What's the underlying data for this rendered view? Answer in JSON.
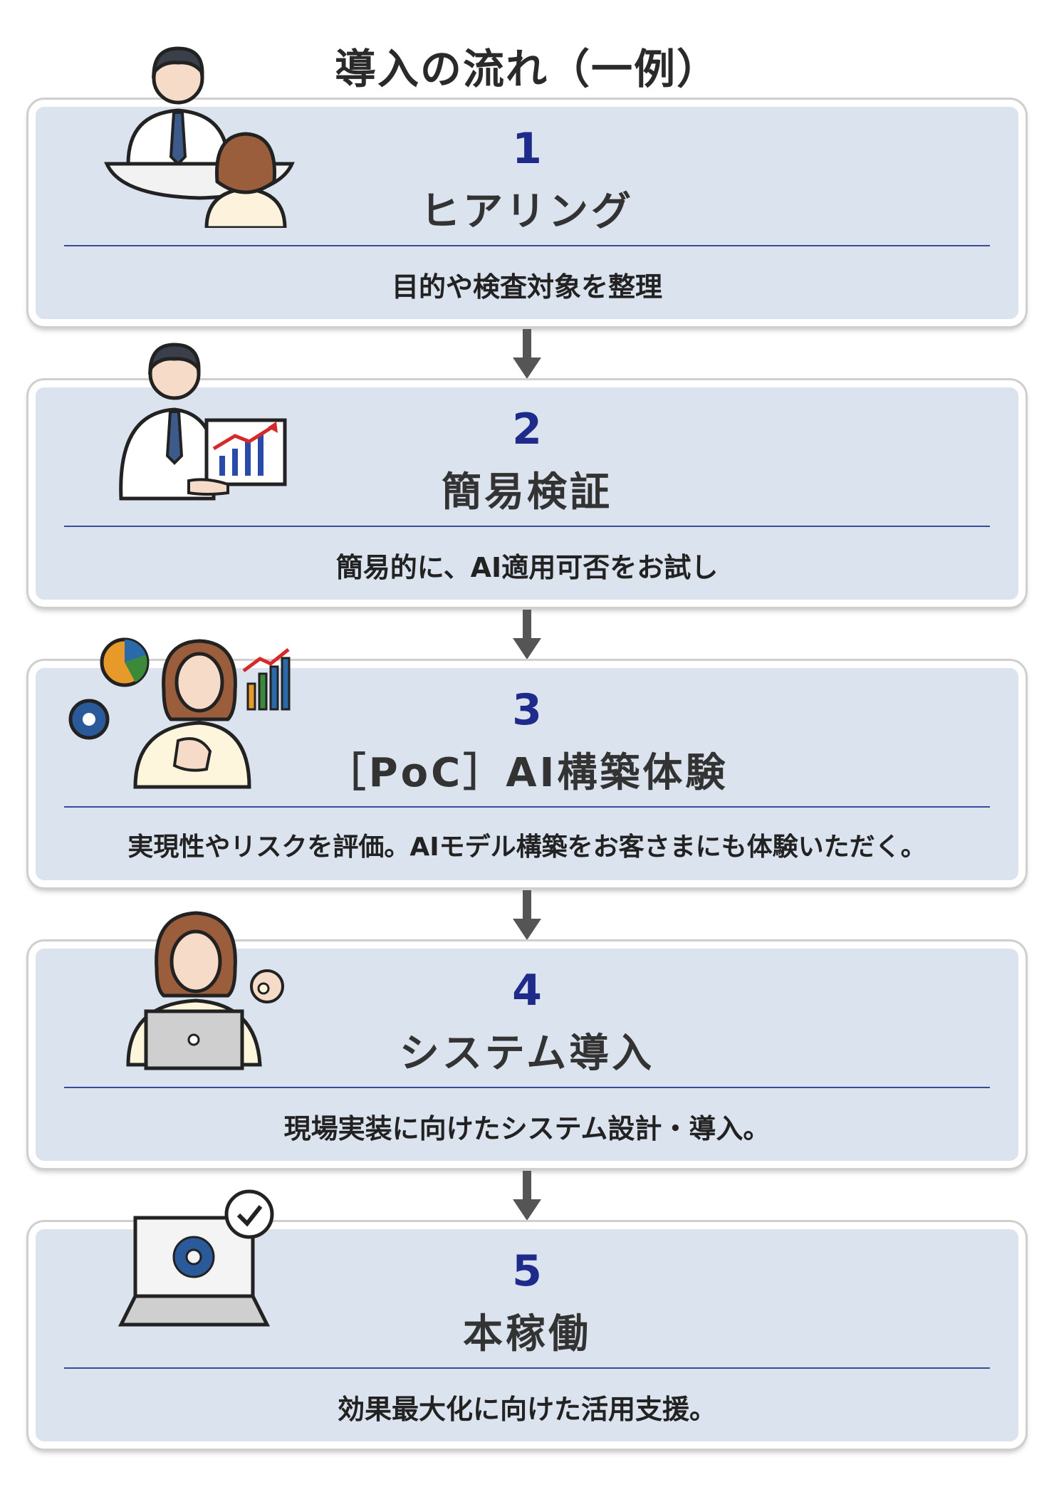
{
  "title": "導入の流れ（一例）",
  "steps": [
    {
      "number": "1",
      "name": "ヒアリング",
      "description": "目的や検査対象を整理",
      "icon": "consultation-icon"
    },
    {
      "number": "2",
      "name": "簡易検証",
      "description": "簡易的に、AI適用可否をお試し",
      "icon": "presentation-icon"
    },
    {
      "number": "3",
      "name": "［PoC］AI構築体験",
      "description": "実現性やリスクを評価。AIモデル構築をお客さまにも体験いただく。",
      "icon": "analysis-icon"
    },
    {
      "number": "4",
      "name": "システム導入",
      "description": "現場実装に向けたシステム設計・導入。",
      "icon": "laptop-ok-icon"
    },
    {
      "number": "5",
      "name": "本稼働",
      "description": "効果最大化に向けた活用支援。",
      "icon": "laptop-gear-check-icon"
    }
  ],
  "colors": {
    "card_background": "#dbe3ee",
    "number": "#1f2b8a",
    "divider": "#3a4a9a",
    "arrow": "#555555"
  }
}
